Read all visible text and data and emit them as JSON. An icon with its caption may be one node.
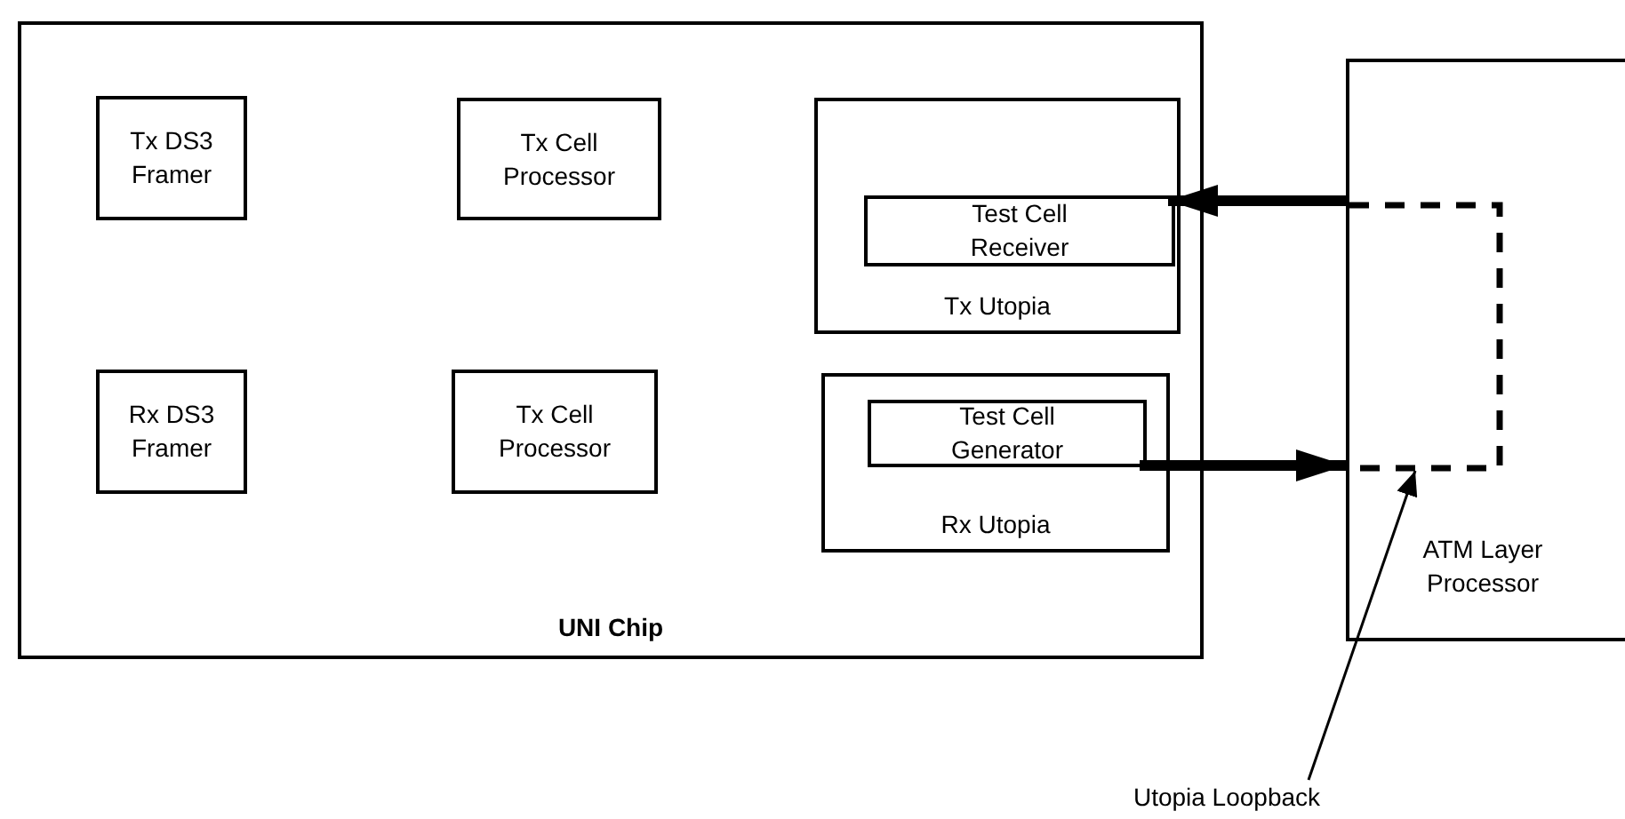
{
  "diagram": {
    "nodes": [
      {
        "text": [
          "UNI Chip"
        ]
      },
      {
        "text": [
          "Tx DS3 Framer"
        ],
        "in": 0
      },
      {
        "text": [
          "Tx Cell Processor"
        ],
        "in": 0
      },
      {
        "text": [
          "Tx Utopia"
        ],
        "in": 0
      },
      {
        "text": [
          "Test Cell Receiver"
        ],
        "in": 3
      },
      {
        "text": [
          "ATM Layer Processor"
        ]
      },
      {
        "text": [],
        "shape": "loop",
        "in": 5
      },
      {
        "text": [
          "Rx DS3 Framer"
        ],
        "in": 0
      },
      {
        "text": [
          "Tx Cell Processor"
        ],
        "in": 0
      },
      {
        "text": [
          "Rx Utopia"
        ],
        "in": 0
      },
      {
        "text": [
          "Test Cell Generator"
        ],
        "in": 9
      },
      {
        "text": [
          "Utopia Loopback"
        ]
      }
    ],
    "edges": [
      {
        "from": 5,
        "to": 4,
        "arrow": "to"
      },
      {
        "from": 10,
        "to": 5,
        "arrow": "to"
      },
      {
        "from": 11,
        "to": 6,
        "arrow": "to"
      }
    ]
  }
}
